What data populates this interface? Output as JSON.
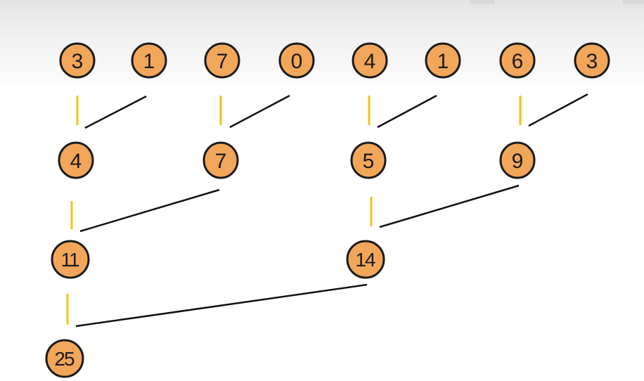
{
  "colors": {
    "node_fill": "#f2a65a",
    "node_stroke": "#1a1a1a",
    "carry_line": "#f5c211",
    "sum_line": "#111111"
  },
  "levels": [
    {
      "nodes": [
        "3",
        "1",
        "7",
        "0",
        "4",
        "1",
        "6",
        "3"
      ]
    },
    {
      "nodes": [
        "4",
        "7",
        "5",
        "9"
      ]
    },
    {
      "nodes": [
        "11",
        "14"
      ]
    },
    {
      "nodes": [
        "25"
      ]
    }
  ]
}
